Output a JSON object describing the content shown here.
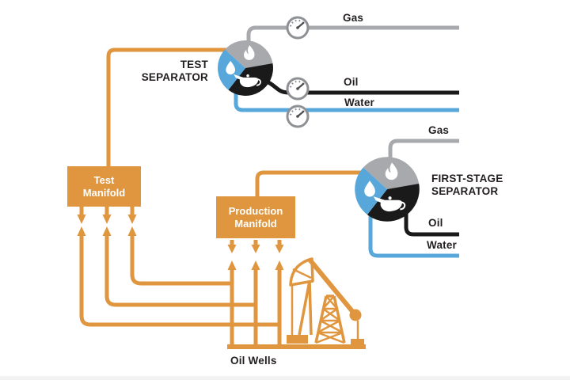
{
  "colors": {
    "orange": "#E0953F",
    "gas": "#A7A9AC",
    "oil": "#1A1A1A",
    "water": "#58A7DB",
    "ink": "#231F20",
    "ring": "#8E9093"
  },
  "test_separator": {
    "label_lines": [
      "TEST",
      "SEPARATOR"
    ],
    "outputs": {
      "gas": "Gas",
      "oil": "Oil",
      "water": "Water"
    }
  },
  "first_stage_separator": {
    "label_lines": [
      "FIRST-STAGE",
      "SEPARATOR"
    ],
    "outputs": {
      "gas": "Gas",
      "oil": "Oil",
      "water": "Water"
    }
  },
  "test_manifold": {
    "label_lines": [
      "Test",
      "Manifold"
    ]
  },
  "production_manifold": {
    "label_lines": [
      "Production",
      "Manifold"
    ]
  },
  "oil_wells": {
    "label": "Oil Wells"
  },
  "icons": {
    "separator": "three-phase-separator-icon",
    "flame": "gas-flame-icon",
    "drop": "water-drop-icon",
    "lamp": "oil-lamp-icon",
    "gauge": "pressure-gauge-icon",
    "pumpjack": "oil-pumpjack-icon"
  }
}
